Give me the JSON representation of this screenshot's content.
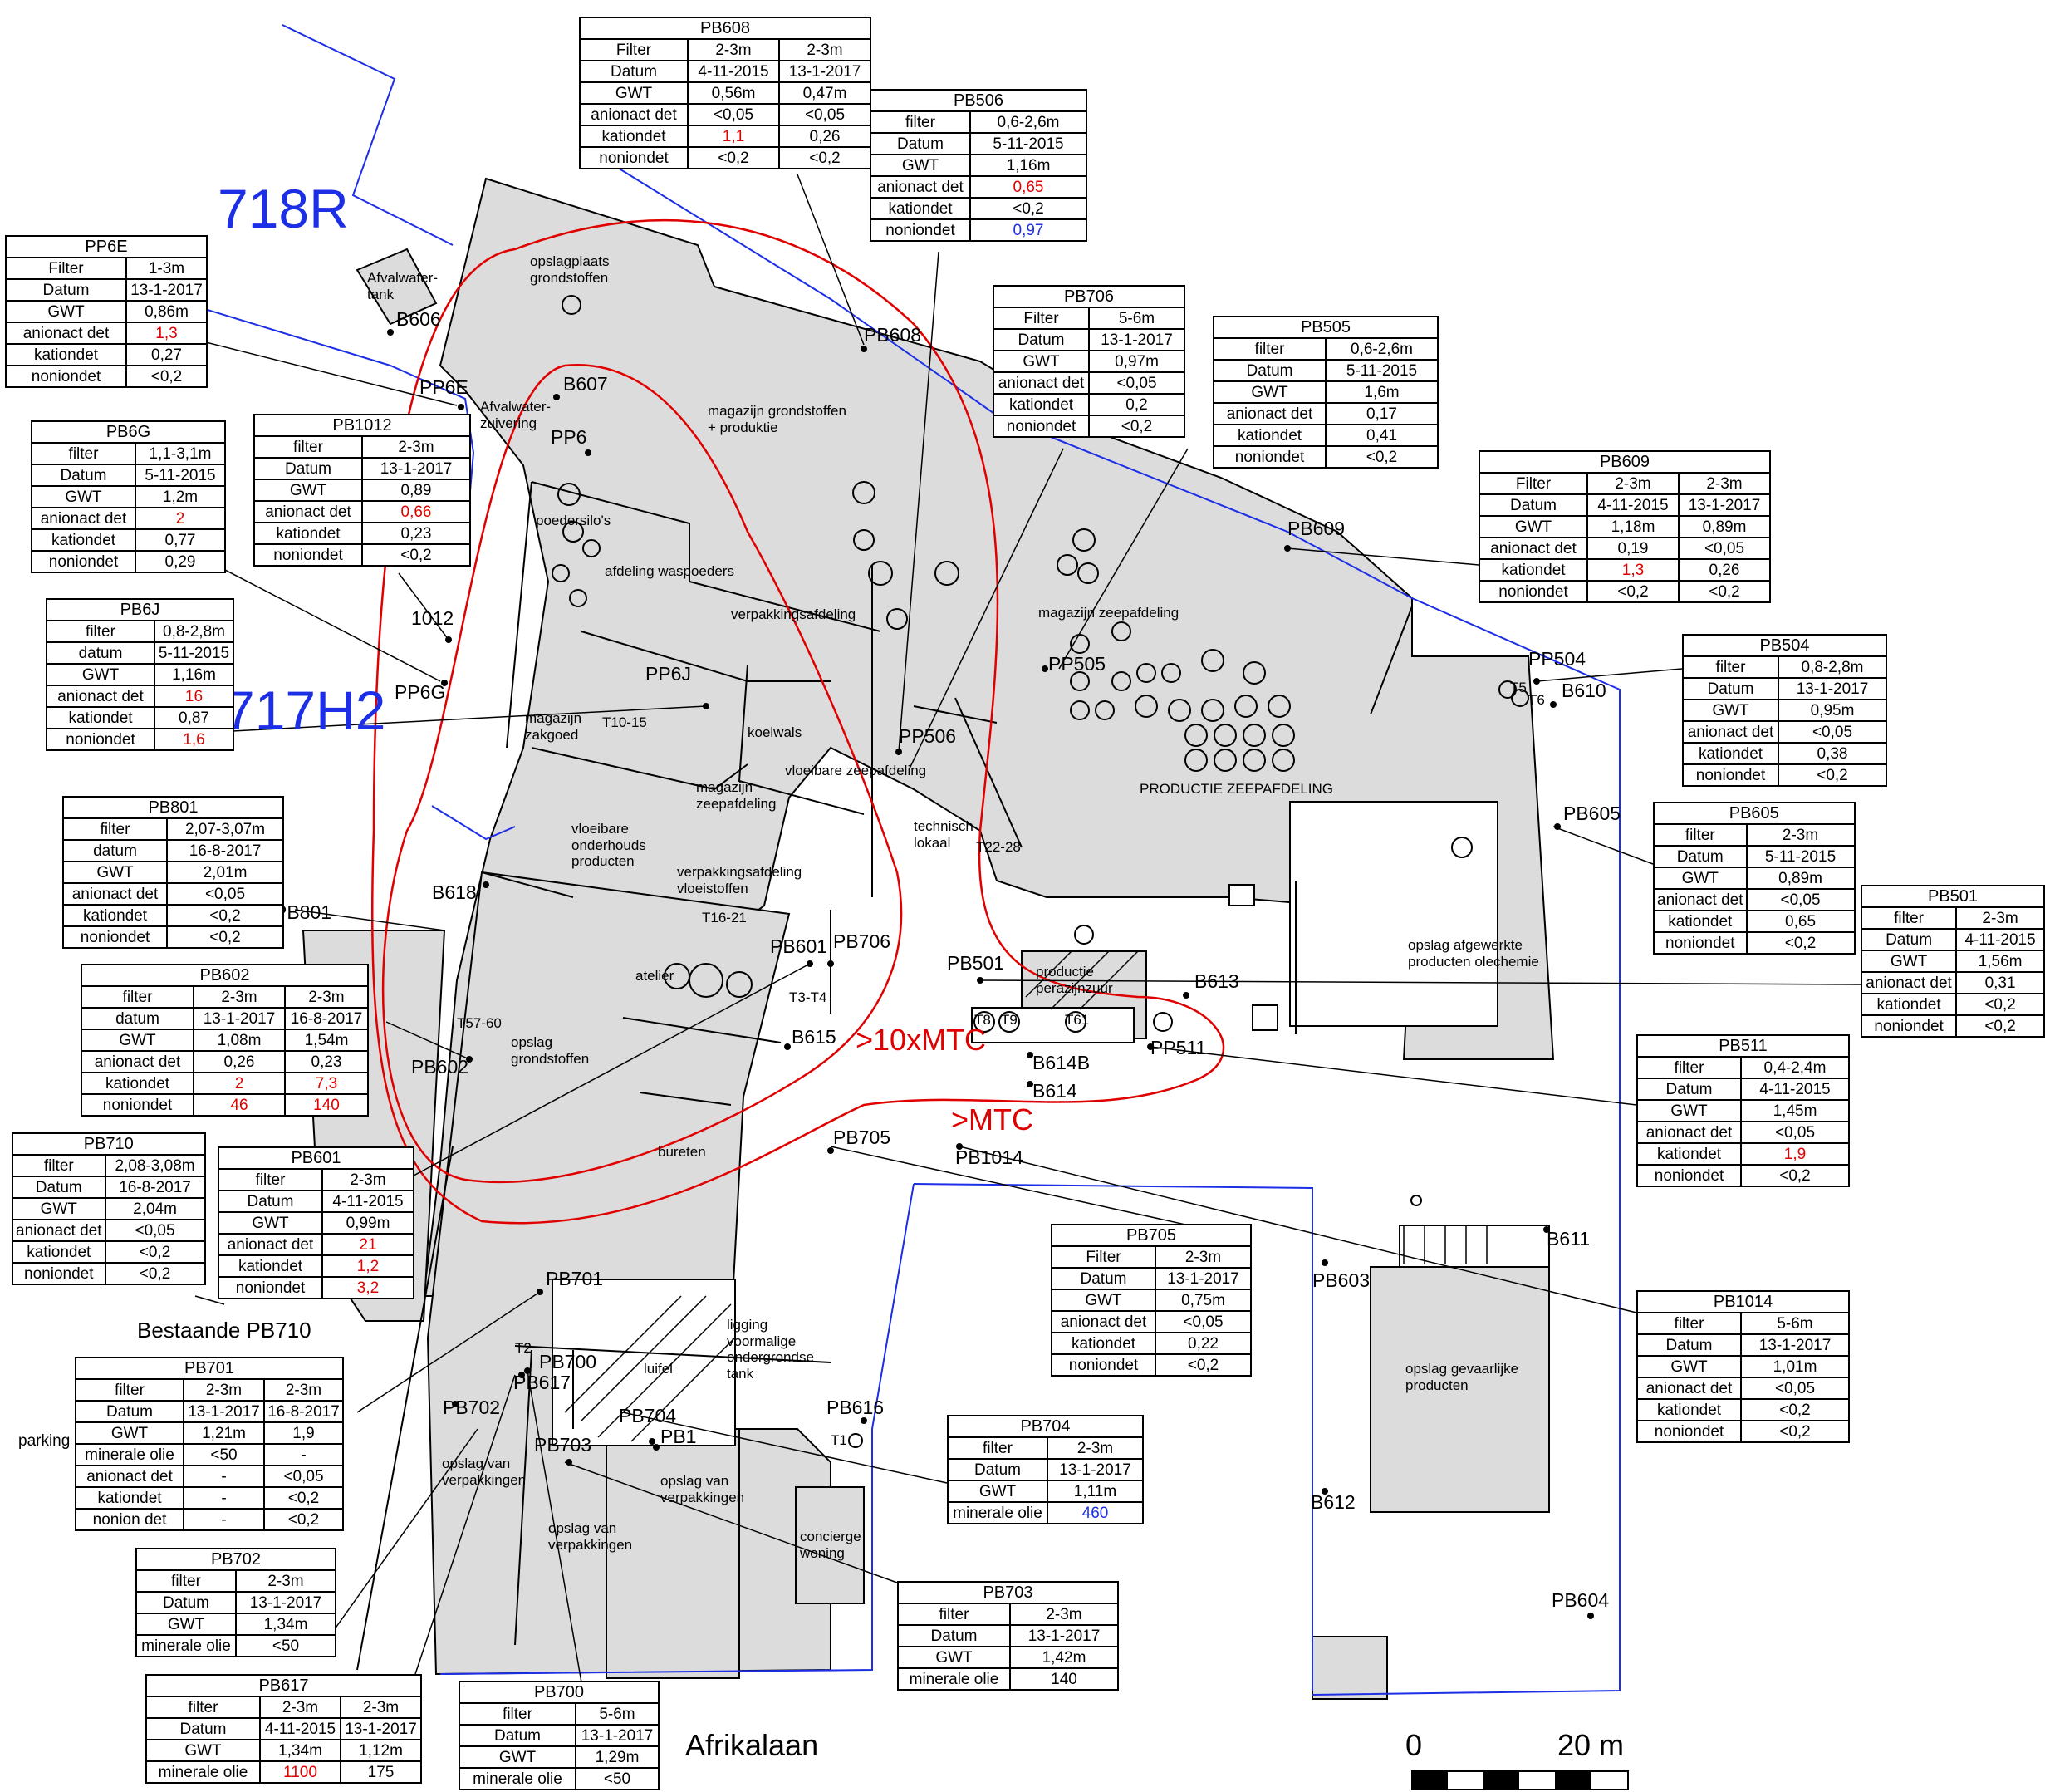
{
  "zones": {
    "z718R": "718R",
    "z717H2": "717H2"
  },
  "contours": {
    "ten_mtc": ">10xMTC",
    "mtc": ">MTC"
  },
  "road": "Afrikalaan",
  "scale": {
    "zero": "0",
    "label": "20 m"
  },
  "caption": {
    "parking": "parking",
    "existing_pb710": "Bestaande PB710"
  },
  "building_labels": {
    "afvalwatertank": [
      "Afvalwater-",
      "tank"
    ],
    "opslagplaats": [
      "opslagplaats",
      "grondstoffen"
    ],
    "afvalwaterzuivering": [
      "Afvalwater-",
      "zuivering"
    ],
    "magazijn_grondstoffen": [
      "magazijn grondstoffen",
      "+ produktie"
    ],
    "poedersilos": [
      "poedersilo's"
    ],
    "afdeling_waspoeders": [
      "afdeling waspoeders"
    ],
    "verpakkingsafdeling": [
      "verpakkingsafdeling"
    ],
    "magazijn_zeepafdeling": [
      "magazijn zeepafdeling"
    ],
    "magazijn_zakgoed": [
      "magazijn",
      "zakgoed"
    ],
    "koelwals": [
      "koelwals"
    ],
    "vloeibare_zeepafdeling": [
      "vloeibare zeepafdeling"
    ],
    "magazijn_zeepafdeling2": [
      "magazijn",
      "zeepafdeling"
    ],
    "technisch_lokaal": [
      "technisch",
      "lokaal"
    ],
    "productie_zeepafdeling": [
      "PRODUCTIE ZEEPAFDELING"
    ],
    "vloeibare_onderhoudsproducten": [
      "vloeibare",
      "onderhouds",
      "producten"
    ],
    "verpakkingsafdeling_vloeistoffen": [
      "verpakkingsafdeling",
      "vloeistoffen"
    ],
    "atelier": [
      "atelier"
    ],
    "opslag_grondstoffen": [
      "opslag",
      "grondstoffen"
    ],
    "opslag_afgewerkte": [
      "opslag afgewerkte",
      "producten olechemie"
    ],
    "productie_perazijnzuur": [
      "productie",
      "perazijnzuur"
    ],
    "bureten": [
      "bureten"
    ],
    "ligging": [
      "ligging",
      "voormalige",
      "ondergrondse",
      "tank"
    ],
    "luifel": [
      "luifel"
    ],
    "opslag_verpakkingen_1": [
      "opslag van",
      "verpakkingen"
    ],
    "opslag_verpakkingen_2": [
      "opslag van",
      "verpakkingen"
    ],
    "opslag_verpakkingen_3": [
      "opslag van",
      "verpakkingen"
    ],
    "conciergewoning": [
      "concierge",
      "woning"
    ],
    "opslag_gevaarlijke": [
      "opslag gevaarlijke",
      "producten"
    ],
    "t1015": [
      "T10-15"
    ],
    "t1621": [
      "T16-21"
    ],
    "t2228": [
      "T22-28"
    ],
    "t5760": [
      "T57-60"
    ],
    "t3t4": [
      "T3-T4"
    ],
    "t8": [
      "T8"
    ],
    "t9": [
      "T9"
    ],
    "t61": [
      "T61"
    ],
    "t5": [
      "T5"
    ],
    "t6": [
      "T6"
    ],
    "t1": [
      "T1"
    ],
    "t2": [
      "T2"
    ]
  },
  "point_labels": {
    "B606": "B606",
    "B607": "B607",
    "PP6": "PP6",
    "PP6E": "PP6E",
    "PB608": "PB608",
    "PB609": "PB609",
    "PP504": "PP504",
    "B610": "B610",
    "PP505": "PP505",
    "PP506": "PP506",
    "PB605": "PB605",
    "PP6J": "PP6J",
    "PP6G": "PP6G",
    "1012": "1012",
    "PB801": "PB801",
    "B618": "B618",
    "PB601": "PB601",
    "PB706": "PB706",
    "PB501": "PB501",
    "B613": "B613",
    "B615": "B615",
    "PB602": "PB602",
    "B614B": "B614B",
    "B614": "B614",
    "PP511": "PP511",
    "PB705": "PB705",
    "PB1014": "PB1014",
    "B611": "B611",
    "PB603": "PB603",
    "PB701": "PB701",
    "PB700": "PB700",
    "PB617": "PB617",
    "PB702": "PB702",
    "PB704": "PB704",
    "PB1": "PB1",
    "PB703": "PB703",
    "PB616": "PB616",
    "B612": "B612",
    "PB604": "PB604"
  },
  "tables": {
    "PB608": {
      "title": "PB608",
      "rows": [
        [
          "Filter",
          "2-3m",
          "2-3m"
        ],
        [
          "Datum",
          "4-11-2015",
          "13-1-2017"
        ],
        [
          "GWT",
          "0,56m",
          "0,47m"
        ],
        [
          "anionact det",
          "<0,05",
          "<0,05"
        ],
        [
          "kationdet",
          "1,1",
          "0,26"
        ],
        [
          "noniondet",
          "<0,2",
          "<0,2"
        ]
      ]
    },
    "PB506": {
      "title": "PB506",
      "rows": [
        [
          "filter",
          "0,6-2,6m"
        ],
        [
          "Datum",
          "5-11-2015"
        ],
        [
          "GWT",
          "1,16m"
        ],
        [
          "anionact det",
          "0,65"
        ],
        [
          "kationdet",
          "<0,2"
        ],
        [
          "noniondet",
          "0,97"
        ]
      ]
    },
    "PP6E": {
      "title": "PP6E",
      "rows": [
        [
          "Filter",
          "1-3m"
        ],
        [
          "Datum",
          "13-1-2017"
        ],
        [
          "GWT",
          "0,86m"
        ],
        [
          "anionact det",
          "1,3"
        ],
        [
          "kationdet",
          "0,27"
        ],
        [
          "noniondet",
          "<0,2"
        ]
      ]
    },
    "PB706": {
      "title": "PB706",
      "rows": [
        [
          "Filter",
          "5-6m"
        ],
        [
          "Datum",
          "13-1-2017"
        ],
        [
          "GWT",
          "0,97m"
        ],
        [
          "anionact det",
          "<0,05"
        ],
        [
          "kationdet",
          "0,2"
        ],
        [
          "noniondet",
          "<0,2"
        ]
      ]
    },
    "PB505": {
      "title": "PB505",
      "rows": [
        [
          "filter",
          "0,6-2,6m"
        ],
        [
          "Datum",
          "5-11-2015"
        ],
        [
          "GWT",
          "1,6m"
        ],
        [
          "anionact det",
          "0,17"
        ],
        [
          "kationdet",
          "0,41"
        ],
        [
          "noniondet",
          "<0,2"
        ]
      ]
    },
    "PB6G": {
      "title": "PB6G",
      "rows": [
        [
          "filter",
          "1,1-3,1m"
        ],
        [
          "Datum",
          "5-11-2015"
        ],
        [
          "GWT",
          "1,2m"
        ],
        [
          "anionact det",
          "2"
        ],
        [
          "kationdet",
          "0,77"
        ],
        [
          "noniondet",
          "0,29"
        ]
      ]
    },
    "PB1012": {
      "title": "PB1012",
      "rows": [
        [
          "filter",
          "2-3m"
        ],
        [
          "Datum",
          "13-1-2017"
        ],
        [
          "GWT",
          "0,89"
        ],
        [
          "anionact det",
          "0,66"
        ],
        [
          "kationdet",
          "0,23"
        ],
        [
          "noniondet",
          "<0,2"
        ]
      ]
    },
    "PB609": {
      "title": "PB609",
      "rows": [
        [
          "Filter",
          "2-3m",
          "2-3m"
        ],
        [
          "Datum",
          "4-11-2015",
          "13-1-2017"
        ],
        [
          "GWT",
          "1,18m",
          "0,89m"
        ],
        [
          "anionact det",
          "0,19",
          "<0,05"
        ],
        [
          "kationdet",
          "1,3",
          "0,26"
        ],
        [
          "noniondet",
          "<0,2",
          "<0,2"
        ]
      ]
    },
    "PB6J": {
      "title": "PB6J",
      "rows": [
        [
          "filter",
          "0,8-2,8m"
        ],
        [
          "datum",
          "5-11-2015"
        ],
        [
          "GWT",
          "1,16m"
        ],
        [
          "anionact det",
          "16"
        ],
        [
          "kationdet",
          "0,87"
        ],
        [
          "noniondet",
          "1,6"
        ]
      ]
    },
    "PB504": {
      "title": "PB504",
      "rows": [
        [
          "filter",
          "0,8-2,8m"
        ],
        [
          "Datum",
          "13-1-2017"
        ],
        [
          "GWT",
          "0,95m"
        ],
        [
          "anionact det",
          "<0,05"
        ],
        [
          "kationdet",
          "0,38"
        ],
        [
          "noniondet",
          "<0,2"
        ]
      ]
    },
    "PB605": {
      "title": "PB605",
      "rows": [
        [
          "filter",
          "2-3m"
        ],
        [
          "Datum",
          "5-11-2015"
        ],
        [
          "GWT",
          "0,89m"
        ],
        [
          "anionact det",
          "<0,05"
        ],
        [
          "kationdet",
          "0,65"
        ],
        [
          "noniondet",
          "<0,2"
        ]
      ]
    },
    "PB801": {
      "title": "PB801",
      "rows": [
        [
          "filter",
          "2,07-3,07m"
        ],
        [
          "datum",
          "16-8-2017"
        ],
        [
          "GWT",
          "2,01m"
        ],
        [
          "anionact det",
          "<0,05"
        ],
        [
          "kationdet",
          "<0,2"
        ],
        [
          "noniondet",
          "<0,2"
        ]
      ]
    },
    "PB501": {
      "title": "PB501",
      "rows": [
        [
          "filter",
          "2-3m"
        ],
        [
          "Datum",
          "4-11-2015"
        ],
        [
          "GWT",
          "1,56m"
        ],
        [
          "anionact det",
          "0,31"
        ],
        [
          "kationdet",
          "<0,2"
        ],
        [
          "noniondet",
          "<0,2"
        ]
      ]
    },
    "PB602": {
      "title": "PB602",
      "rows": [
        [
          "filter",
          "2-3m",
          "2-3m"
        ],
        [
          "datum",
          "13-1-2017",
          "16-8-2017"
        ],
        [
          "GWT",
          "1,08m",
          "1,54m"
        ],
        [
          "anionact det",
          "0,26",
          "0,23"
        ],
        [
          "kationdet",
          "2",
          "7,3"
        ],
        [
          "noniondet",
          "46",
          "140"
        ]
      ]
    },
    "PB511": {
      "title": "PB511",
      "rows": [
        [
          "filter",
          "0,4-2,4m"
        ],
        [
          "Datum",
          "4-11-2015"
        ],
        [
          "GWT",
          "1,45m"
        ],
        [
          "anionact det",
          "<0,05"
        ],
        [
          "kationdet",
          "1,9"
        ],
        [
          "noniondet",
          "<0,2"
        ]
      ]
    },
    "PB710": {
      "title": "PB710",
      "rows": [
        [
          "filter",
          "2,08-3,08m"
        ],
        [
          "Datum",
          "16-8-2017"
        ],
        [
          "GWT",
          "2,04m"
        ],
        [
          "anionact det",
          "<0,05"
        ],
        [
          "kationdet",
          "<0,2"
        ],
        [
          "noniondet",
          "<0,2"
        ]
      ]
    },
    "PB601": {
      "title": "PB601",
      "rows": [
        [
          "filter",
          "2-3m"
        ],
        [
          "Datum",
          "4-11-2015"
        ],
        [
          "GWT",
          "0,99m"
        ],
        [
          "anionact det",
          "21"
        ],
        [
          "kationdet",
          "1,2"
        ],
        [
          "noniondet",
          "3,2"
        ]
      ]
    },
    "PB705": {
      "title": "PB705",
      "rows": [
        [
          "Filter",
          "2-3m"
        ],
        [
          "Datum",
          "13-1-2017"
        ],
        [
          "GWT",
          "0,75m"
        ],
        [
          "anionact det",
          "<0,05"
        ],
        [
          "kationdet",
          "0,22"
        ],
        [
          "noniondet",
          "<0,2"
        ]
      ]
    },
    "PB1014": {
      "title": "PB1014",
      "rows": [
        [
          "filter",
          "5-6m"
        ],
        [
          "Datum",
          "13-1-2017"
        ],
        [
          "GWT",
          "1,01m"
        ],
        [
          "anionact det",
          "<0,05"
        ],
        [
          "kationdet",
          "<0,2"
        ],
        [
          "noniondet",
          "<0,2"
        ]
      ]
    },
    "PB701": {
      "title": "PB701",
      "rows": [
        [
          "filter",
          "2-3m",
          "2-3m"
        ],
        [
          "Datum",
          "13-1-2017",
          "16-8-2017"
        ],
        [
          "GWT",
          "1,21m",
          "1,9"
        ],
        [
          "minerale olie",
          "<50",
          "-"
        ],
        [
          "anionact det",
          "-",
          "<0,05"
        ],
        [
          "kationdet",
          "-",
          "<0,2"
        ],
        [
          "nonion det",
          "-",
          "<0,2"
        ]
      ]
    },
    "PB704": {
      "title": "PB704",
      "rows": [
        [
          "filter",
          "2-3m"
        ],
        [
          "Datum",
          "13-1-2017"
        ],
        [
          "GWT",
          "1,11m"
        ],
        [
          "minerale olie",
          "460"
        ]
      ]
    },
    "PB702": {
      "title": "PB702",
      "rows": [
        [
          "filter",
          "2-3m"
        ],
        [
          "Datum",
          "13-1-2017"
        ],
        [
          "GWT",
          "1,34m"
        ],
        [
          "minerale olie",
          "<50"
        ]
      ]
    },
    "PB703": {
      "title": "PB703",
      "rows": [
        [
          "filter",
          "2-3m"
        ],
        [
          "Datum",
          "13-1-2017"
        ],
        [
          "GWT",
          "1,42m"
        ],
        [
          "minerale olie",
          "140"
        ]
      ]
    },
    "PB617": {
      "title": "PB617",
      "rows": [
        [
          "filter",
          "2-3m",
          "2-3m"
        ],
        [
          "Datum",
          "4-11-2015",
          "13-1-2017"
        ],
        [
          "GWT",
          "1,34m",
          "1,12m"
        ],
        [
          "minerale olie",
          "1100",
          "175"
        ]
      ]
    },
    "PB700": {
      "title": "PB700",
      "rows": [
        [
          "filter",
          "5-6m"
        ],
        [
          "Datum",
          "13-1-2017"
        ],
        [
          "GWT",
          "1,29m"
        ],
        [
          "minerale olie",
          "<50"
        ]
      ]
    }
  },
  "highlights": {
    "red": [
      "PB608.4.1",
      "PB506.3.1",
      "PP6E.3.1",
      "PB6G.3.1",
      "PB1012.3.1",
      "PB609.4.1",
      "PB6J.3.1",
      "PB6J.5.1",
      "PB602.4.1",
      "PB602.4.2",
      "PB602.5.1",
      "PB602.5.2",
      "PB511.4.1",
      "PB601.3.1",
      "PB601.4.1",
      "PB601.5.1",
      "PB617.3.1"
    ],
    "blue": [
      "PB506.5.1",
      "PB704.3.1"
    ]
  },
  "colors": {
    "building": "#dcdcdc",
    "boundary": "#1c2ee6",
    "contour": "#e00000",
    "exceed": "#e00000",
    "blue_value": "#1c2ee6"
  }
}
